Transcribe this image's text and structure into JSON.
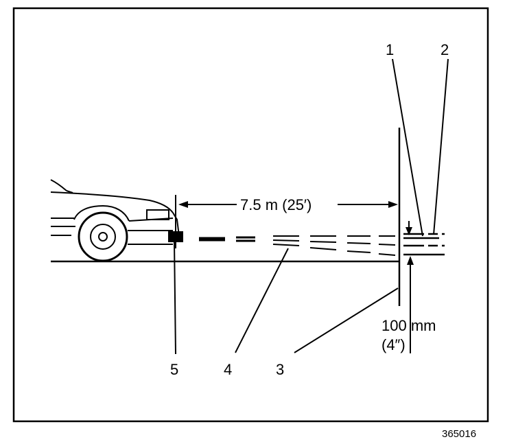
{
  "callouts": {
    "c1": "1",
    "c2": "2",
    "c3": "3",
    "c4": "4",
    "c5": "5"
  },
  "dimensions": {
    "distance": "7.5 m (25′)",
    "drop_line1": "100 mm",
    "drop_line2": "(4″)"
  },
  "figure_code": "365016",
  "colors": {
    "ink": "#000000",
    "paper": "#ffffff"
  }
}
